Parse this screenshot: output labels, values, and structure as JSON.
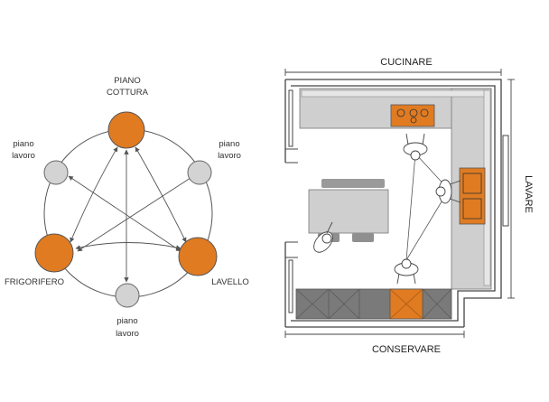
{
  "triangle": {
    "cooktop_label_line1": "PIANO",
    "cooktop_label_line2": "COTTURA",
    "fridge_label": "FRIGORIFERO",
    "sink_label": "LAVELLO",
    "worktop_left_line1": "piano",
    "worktop_left_line2": "lavoro",
    "worktop_right_line1": "piano",
    "worktop_right_line2": "lavoro",
    "worktop_bottom_line1": "piano",
    "worktop_bottom_line2": "lavoro"
  },
  "plan": {
    "label_top": "CUCINARE",
    "label_right": "LAVARE",
    "label_bottom": "CONSERVARE"
  },
  "colors": {
    "accent": "#E07B22",
    "node_gray": "#D3D3D3",
    "counter": "#CFCFCF",
    "pantry": "#7A7A7A",
    "line": "#555555"
  }
}
